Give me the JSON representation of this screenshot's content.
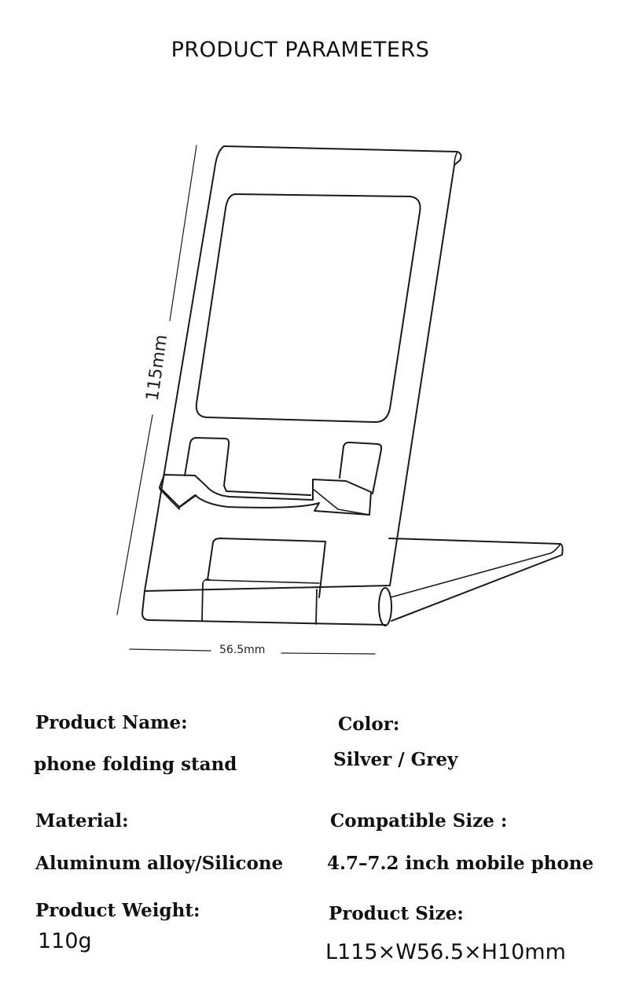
{
  "title": "PRODUCT PARAMETERS",
  "dimensions": {
    "height": "115mm",
    "width": "56.5mm"
  },
  "specs": {
    "product_name_label": "Product Name:",
    "product_name_value": "phone folding stand",
    "color_label": "Color:",
    "color_value": "Silver / Grey",
    "material_label": "Material:",
    "material_value": "Aluminum alloy/Silicone",
    "compatible_label": "Compatible Size :",
    "compatible_value": "4.7–7.2 inch mobile phone",
    "weight_label": "Product Weight:",
    "weight_value": "110g",
    "size_label": "Product Size:",
    "size_value": "L115×W56.5×H10mm"
  }
}
